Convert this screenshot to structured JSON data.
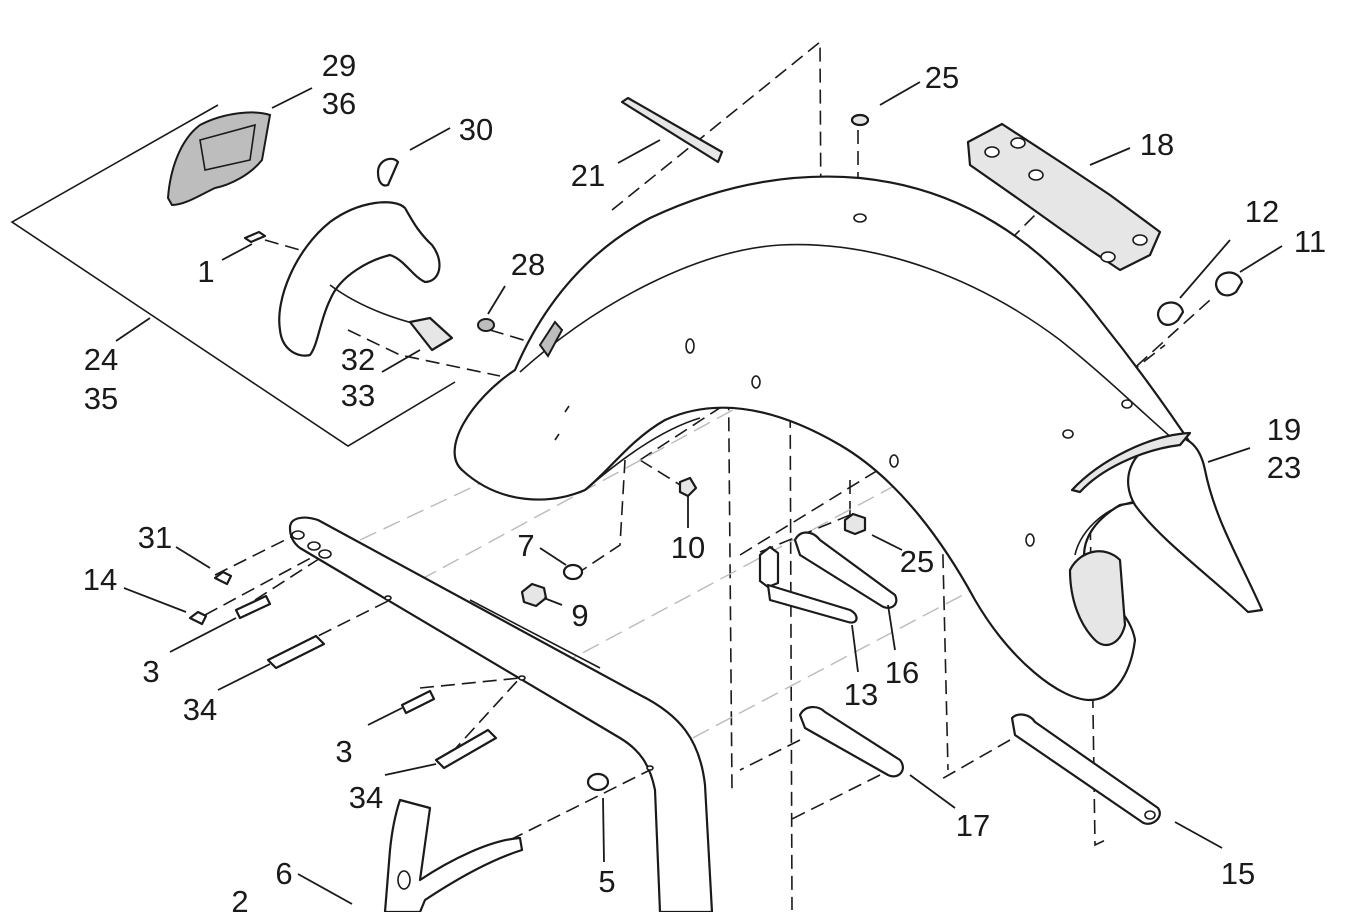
{
  "callouts": {
    "c1": "1",
    "c2": "2",
    "c3a": "3",
    "c3b": "3",
    "c5": "5",
    "c6": "6",
    "c7": "7",
    "c9": "9",
    "c10": "10",
    "c11": "11",
    "c12": "12",
    "c13": "13",
    "c14": "14",
    "c15": "15",
    "c16": "16",
    "c17": "17",
    "c18": "18",
    "c19": "19",
    "c21": "21",
    "c23": "23",
    "c24": "24",
    "c25a": "25",
    "c25b": "25",
    "c28": "28",
    "c29": "29",
    "c30": "30",
    "c31": "31",
    "c32": "32",
    "c33": "33",
    "c34a": "34",
    "c34b": "34",
    "c35": "35",
    "c36": "36"
  },
  "colors": {
    "line": "#1a1a1a",
    "background": "#ffffff",
    "shade": "#e6e6e6"
  }
}
